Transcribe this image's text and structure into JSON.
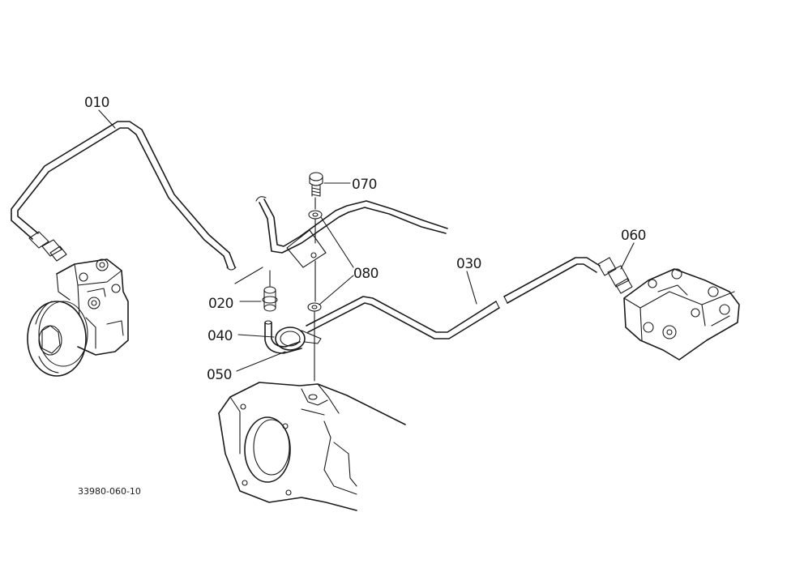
{
  "parts": [
    {
      "id": "p010",
      "label": "010"
    },
    {
      "id": "p020",
      "label": "020"
    },
    {
      "id": "p030",
      "label": "030"
    },
    {
      "id": "p040",
      "label": "040"
    },
    {
      "id": "p050",
      "label": "050"
    },
    {
      "id": "p060",
      "label": "060"
    },
    {
      "id": "p070",
      "label": "070"
    },
    {
      "id": "p080",
      "label": "080"
    }
  ],
  "drawing_code": "33980-060-10"
}
